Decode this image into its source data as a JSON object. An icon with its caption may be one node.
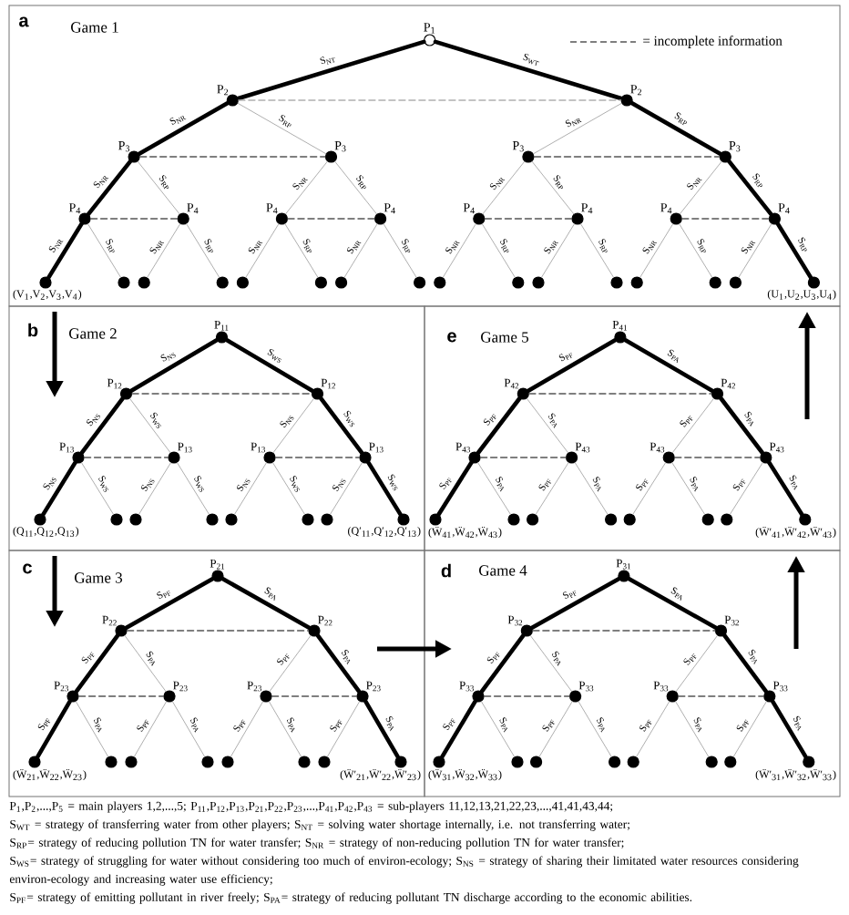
{
  "diagram": {
    "nodes": [
      {
        "text": [
          "a",
          "Game 1"
        ]
      },
      {
        "text": [],
        "shape": "circle",
        "beside": [
          "P$_{1}$"
        ],
        "in": 0
      },
      {
        "text": [],
        "shape": "dot",
        "beside": [
          "P$_{2}$"
        ],
        "in": 0
      },
      {
        "text": [],
        "shape": "dot",
        "beside": [
          "P$_{2}$"
        ],
        "in": 0
      },
      {
        "text": [],
        "shape": "dot",
        "beside": [
          "P$_{3}$"
        ],
        "in": 0
      },
      {
        "text": [],
        "shape": "dot",
        "beside": [
          "P$_{3}$"
        ],
        "in": 0
      },
      {
        "text": [],
        "shape": "dot",
        "beside": [
          "P$_{3}$"
        ],
        "in": 0
      },
      {
        "text": [],
        "shape": "dot",
        "beside": [
          "P$_{3}$"
        ],
        "in": 0
      },
      {
        "text": [],
        "shape": "dot",
        "beside": [
          "P$_{4}$"
        ],
        "in": 0
      },
      {
        "text": [],
        "shape": "dot",
        "beside": [
          "P$_{4}$"
        ],
        "in": 0
      },
      {
        "text": [],
        "shape": "dot",
        "beside": [
          "P$_{4}$"
        ],
        "in": 0
      },
      {
        "text": [],
        "shape": "dot",
        "beside": [
          "P$_{4}$"
        ],
        "in": 0
      },
      {
        "text": [],
        "shape": "dot",
        "beside": [
          "P$_{4}$"
        ],
        "in": 0
      },
      {
        "text": [],
        "shape": "dot",
        "beside": [
          "P$_{4}$"
        ],
        "in": 0
      },
      {
        "text": [],
        "shape": "dot",
        "beside": [
          "P$_{4}$"
        ],
        "in": 0
      },
      {
        "text": [],
        "shape": "dot",
        "beside": [
          "P$_{4}$"
        ],
        "in": 0
      },
      {
        "text": [],
        "shape": "dot",
        "beside": [
          "(V$_{1}$,V$_{2}$,V$_{3}$,V$_{4}$)"
        ],
        "in": 0
      },
      {
        "text": [],
        "shape": "dot",
        "in": 0
      },
      {
        "text": [],
        "shape": "dot",
        "in": 0
      },
      {
        "text": [],
        "shape": "dot",
        "in": 0
      },
      {
        "text": [],
        "shape": "dot",
        "in": 0
      },
      {
        "text": [],
        "shape": "dot",
        "in": 0
      },
      {
        "text": [],
        "shape": "dot",
        "in": 0
      },
      {
        "text": [],
        "shape": "dot",
        "in": 0
      },
      {
        "text": [],
        "shape": "dot",
        "in": 0
      },
      {
        "text": [],
        "shape": "dot",
        "in": 0
      },
      {
        "text": [],
        "shape": "dot",
        "in": 0
      },
      {
        "text": [],
        "shape": "dot",
        "in": 0
      },
      {
        "text": [],
        "shape": "dot",
        "in": 0
      },
      {
        "text": [],
        "shape": "dot",
        "in": 0
      },
      {
        "text": [],
        "shape": "dot",
        "in": 0
      },
      {
        "text": [],
        "shape": "dot",
        "beside": [
          "(U$_{1}$,U$_{2}$,U$_{3}$,U$_{4}$)"
        ],
        "in": 0
      },
      {
        "text": [
          "b",
          "Game 2"
        ]
      },
      {
        "text": [],
        "shape": "dot",
        "beside": [
          "P$_{11}$"
        ],
        "in": 32
      },
      {
        "text": [],
        "shape": "dot",
        "beside": [
          "P$_{12}$"
        ],
        "in": 32
      },
      {
        "text": [],
        "shape": "dot",
        "beside": [
          "P$_{12}$"
        ],
        "in": 32
      },
      {
        "text": [],
        "shape": "dot",
        "beside": [
          "P$_{13}$"
        ],
        "in": 32
      },
      {
        "text": [],
        "shape": "dot",
        "beside": [
          "P$_{13}$"
        ],
        "in": 32
      },
      {
        "text": [],
        "shape": "dot",
        "beside": [
          "P$_{13}$"
        ],
        "in": 32
      },
      {
        "text": [],
        "shape": "dot",
        "beside": [
          "P$_{13}$"
        ],
        "in": 32
      },
      {
        "text": [],
        "shape": "dot",
        "beside": [
          "(Q$_{11}$,Q$_{12}$,Q$_{13}$)"
        ],
        "in": 32
      },
      {
        "text": [],
        "shape": "dot",
        "in": 32
      },
      {
        "text": [],
        "shape": "dot",
        "in": 32
      },
      {
        "text": [],
        "shape": "dot",
        "in": 32
      },
      {
        "text": [],
        "shape": "dot",
        "in": 32
      },
      {
        "text": [],
        "shape": "dot",
        "in": 32
      },
      {
        "text": [],
        "shape": "dot",
        "in": 32
      },
      {
        "text": [],
        "shape": "dot",
        "beside": [
          "(Q′$_{11}$,Q′$_{12}$,Q′$_{13}$)"
        ],
        "in": 32
      },
      {
        "text": [
          "e",
          "Game 5"
        ]
      },
      {
        "text": [],
        "shape": "dot",
        "beside": [
          "P$_{41}$"
        ],
        "in": 48
      },
      {
        "text": [],
        "shape": "dot",
        "beside": [
          "P$_{42}$"
        ],
        "in": 48
      },
      {
        "text": [],
        "shape": "dot",
        "beside": [
          "P$_{42}$"
        ],
        "in": 48
      },
      {
        "text": [],
        "shape": "dot",
        "beside": [
          "P$_{43}$"
        ],
        "in": 48
      },
      {
        "text": [],
        "shape": "dot",
        "beside": [
          "P$_{43}$"
        ],
        "in": 48
      },
      {
        "text": [],
        "shape": "dot",
        "beside": [
          "P$_{43}$"
        ],
        "in": 48
      },
      {
        "text": [],
        "shape": "dot",
        "beside": [
          "P$_{43}$"
        ],
        "in": 48
      },
      {
        "text": [],
        "shape": "dot",
        "beside": [
          "(Ẅ$_{41}$,Ẅ$_{42}$,Ẅ$_{43}$)"
        ],
        "in": 48
      },
      {
        "text": [],
        "shape": "dot",
        "in": 48
      },
      {
        "text": [],
        "shape": "dot",
        "in": 48
      },
      {
        "text": [],
        "shape": "dot",
        "in": 48
      },
      {
        "text": [],
        "shape": "dot",
        "in": 48
      },
      {
        "text": [],
        "shape": "dot",
        "in": 48
      },
      {
        "text": [],
        "shape": "dot",
        "in": 48
      },
      {
        "text": [],
        "shape": "dot",
        "beside": [
          "(Ẅ′$_{41}$,Ẅ′$_{42}$,Ẅ′$_{43}$)"
        ],
        "in": 48
      },
      {
        "text": [
          "c",
          "Game 3"
        ]
      },
      {
        "text": [],
        "shape": "dot",
        "beside": [
          "P$_{21}$"
        ],
        "in": 64
      },
      {
        "text": [],
        "shape": "dot",
        "beside": [
          "P$_{22}$"
        ],
        "in": 64
      },
      {
        "text": [],
        "shape": "dot",
        "beside": [
          "P$_{22}$"
        ],
        "in": 64
      },
      {
        "text": [],
        "shape": "dot",
        "beside": [
          "P$_{23}$"
        ],
        "in": 64
      },
      {
        "text": [],
        "shape": "dot",
        "beside": [
          "P$_{23}$"
        ],
        "in": 64
      },
      {
        "text": [],
        "shape": "dot",
        "beside": [
          "P$_{23}$"
        ],
        "in": 64
      },
      {
        "text": [],
        "shape": "dot",
        "beside": [
          "P$_{23}$"
        ],
        "in": 64
      },
      {
        "text": [],
        "shape": "dot",
        "beside": [
          "(Ẅ$_{21}$,Ẅ$_{22}$,Ẅ$_{23}$)"
        ],
        "in": 64
      },
      {
        "text": [],
        "shape": "dot",
        "in": 64
      },
      {
        "text": [],
        "shape": "dot",
        "in": 64
      },
      {
        "text": [],
        "shape": "dot",
        "in": 64
      },
      {
        "text": [],
        "shape": "dot",
        "in": 64
      },
      {
        "text": [],
        "shape": "dot",
        "in": 64
      },
      {
        "text": [],
        "shape": "dot",
        "in": 64
      },
      {
        "text": [],
        "shape": "dot",
        "beside": [
          "(Ẅ′$_{21}$,Ẅ′$_{22}$,Ẅ′$_{23}$)"
        ],
        "in": 64
      },
      {
        "text": [
          "d",
          "Game 4"
        ]
      },
      {
        "text": [],
        "shape": "dot",
        "beside": [
          "P$_{31}$"
        ],
        "in": 80
      },
      {
        "text": [],
        "shape": "dot",
        "beside": [
          "P$_{32}$"
        ],
        "in": 80
      },
      {
        "text": [],
        "shape": "dot",
        "beside": [
          "P$_{32}$"
        ],
        "in": 80
      },
      {
        "text": [],
        "shape": "dot",
        "beside": [
          "P$_{33}$"
        ],
        "in": 80
      },
      {
        "text": [],
        "shape": "dot",
        "beside": [
          "P$_{33}$"
        ],
        "in": 80
      },
      {
        "text": [],
        "shape": "dot",
        "beside": [
          "P$_{33}$"
        ],
        "in": 80
      },
      {
        "text": [],
        "shape": "dot",
        "beside": [
          "P$_{33}$"
        ],
        "in": 80
      },
      {
        "text": [],
        "shape": "dot",
        "beside": [
          "(Ẅ$_{31}$,Ẅ$_{32}$,Ẅ$_{33}$)"
        ],
        "in": 80
      },
      {
        "text": [],
        "shape": "dot",
        "in": 80
      },
      {
        "text": [],
        "shape": "dot",
        "in": 80
      },
      {
        "text": [],
        "shape": "dot",
        "in": 80
      },
      {
        "text": [],
        "shape": "dot",
        "in": 80
      },
      {
        "text": [],
        "shape": "dot",
        "in": 80
      },
      {
        "text": [],
        "shape": "dot",
        "in": 80
      },
      {
        "text": [],
        "shape": "dot",
        "beside": [
          "(Ẅ′$_{31}$,Ẅ′$_{32}$,Ẅ′$_{33}$)"
        ],
        "in": 80
      }
    ],
    "edges": [
      {
        "from": 1,
        "to": 2,
        "arrow": "none",
        "label": "S$_{NT}$",
        "style": "thick",
        "color": "#000000"
      },
      {
        "from": 1,
        "to": 3,
        "arrow": "none",
        "label": "S$_{WT}$",
        "style": "thick",
        "color": "#000000"
      },
      {
        "from": 2,
        "to": 4,
        "arrow": "none",
        "label": "S$_{NR}$",
        "style": "thick",
        "color": "#000000"
      },
      {
        "from": 2,
        "to": 5,
        "arrow": "none",
        "label": "S$_{RP}$"
      },
      {
        "from": 3,
        "to": 6,
        "arrow": "none",
        "label": "S$_{NR}$"
      },
      {
        "from": 3,
        "to": 7,
        "arrow": "none",
        "label": "S$_{RP}$",
        "style": "thick",
        "color": "#000000"
      },
      {
        "from": 4,
        "to": 8,
        "arrow": "none",
        "label": "S$_{NR}$",
        "style": "thick",
        "color": "#000000"
      },
      {
        "from": 4,
        "to": 9,
        "arrow": "none",
        "label": "S$_{RP}$"
      },
      {
        "from": 5,
        "to": 10,
        "arrow": "none",
        "label": "S$_{NR}$"
      },
      {
        "from": 5,
        "to": 11,
        "arrow": "none",
        "label": "S$_{RP}$"
      },
      {
        "from": 6,
        "to": 12,
        "arrow": "none",
        "label": "S$_{NR}$"
      },
      {
        "from": 6,
        "to": 13,
        "arrow": "none",
        "label": "S$_{RP}$"
      },
      {
        "from": 7,
        "to": 14,
        "arrow": "none",
        "label": "S$_{NR}$"
      },
      {
        "from": 7,
        "to": 15,
        "arrow": "none",
        "label": "S$_{RP}$",
        "style": "thick",
        "color": "#000000"
      },
      {
        "from": 8,
        "to": 16,
        "arrow": "none",
        "label": "S$_{NR}$",
        "style": "thick",
        "color": "#000000"
      },
      {
        "from": 8,
        "to": 17,
        "arrow": "none",
        "label": "S$_{RP}$"
      },
      {
        "from": 9,
        "to": 18,
        "arrow": "none",
        "label": "S$_{NR}$"
      },
      {
        "from": 9,
        "to": 19,
        "arrow": "none",
        "label": "S$_{RP}$"
      },
      {
        "from": 10,
        "to": 20,
        "arrow": "none",
        "label": "S$_{NR}$"
      },
      {
        "from": 10,
        "to": 21,
        "arrow": "none",
        "label": "S$_{RP}$"
      },
      {
        "from": 11,
        "to": 22,
        "arrow": "none",
        "label": "S$_{NR}$"
      },
      {
        "from": 11,
        "to": 23,
        "arrow": "none",
        "label": "S$_{RP}$"
      },
      {
        "from": 12,
        "to": 24,
        "arrow": "none",
        "label": "S$_{NR}$"
      },
      {
        "from": 12,
        "to": 25,
        "arrow": "none",
        "label": "S$_{RP}$"
      },
      {
        "from": 13,
        "to": 26,
        "arrow": "none",
        "label": "S$_{NR}$"
      },
      {
        "from": 13,
        "to": 27,
        "arrow": "none",
        "label": "S$_{RP}$"
      },
      {
        "from": 14,
        "to": 28,
        "arrow": "none",
        "label": "S$_{NR}$"
      },
      {
        "from": 14,
        "to": 29,
        "arrow": "none",
        "label": "S$_{RP}$"
      },
      {
        "from": 15,
        "to": 30,
        "arrow": "none",
        "label": "S$_{NR}$"
      },
      {
        "from": 15,
        "to": 31,
        "arrow": "none",
        "label": "S$_{RP}$",
        "style": "thick",
        "color": "#000000"
      },
      {
        "from": 2,
        "to": 3,
        "arrow": "none",
        "style": "dashed",
        "color": "#b0b0b0"
      },
      {
        "from": 4,
        "to": 5,
        "arrow": "none",
        "style": "dashed",
        "color": "#555555"
      },
      {
        "from": 6,
        "to": 7,
        "arrow": "none",
        "style": "dashed",
        "color": "#555555"
      },
      {
        "from": 8,
        "to": 9,
        "arrow": "none",
        "style": "dashed",
        "color": "#555555"
      },
      {
        "from": 10,
        "to": 11,
        "arrow": "none",
        "style": "dashed",
        "color": "#555555"
      },
      {
        "from": 12,
        "to": 13,
        "arrow": "none",
        "style": "dashed",
        "color": "#555555"
      },
      {
        "from": 14,
        "to": 15,
        "arrow": "none",
        "style": "dashed",
        "color": "#555555"
      },
      {
        "from": 33,
        "to": 34,
        "arrow": "none",
        "label": "S$_{NS}$",
        "style": "thick",
        "color": "#000000"
      },
      {
        "from": 33,
        "to": 35,
        "arrow": "none",
        "label": "S$_{WS}$",
        "style": "thick",
        "color": "#000000"
      },
      {
        "from": 34,
        "to": 36,
        "arrow": "none",
        "label": "S$_{NS}$",
        "style": "thick",
        "color": "#000000"
      },
      {
        "from": 34,
        "to": 37,
        "arrow": "none",
        "label": "S$_{WS}$"
      },
      {
        "from": 35,
        "to": 38,
        "arrow": "none",
        "label": "S$_{NS}$"
      },
      {
        "from": 35,
        "to": 39,
        "arrow": "none",
        "label": "S$_{WS}$",
        "style": "thick",
        "color": "#000000"
      },
      {
        "from": 36,
        "to": 40,
        "arrow": "none",
        "label": "S$_{NS}$",
        "style": "thick",
        "color": "#000000"
      },
      {
        "from": 36,
        "to": 41,
        "arrow": "none",
        "label": "S$_{WS}$"
      },
      {
        "from": 37,
        "to": 42,
        "arrow": "none",
        "label": "S$_{NS}$"
      },
      {
        "from": 37,
        "to": 43,
        "arrow": "none",
        "label": "S$_{WS}$"
      },
      {
        "from": 38,
        "to": 44,
        "arrow": "none",
        "label": "S$_{NS}$"
      },
      {
        "from": 38,
        "to": 45,
        "arrow": "none",
        "label": "S$_{WS}$"
      },
      {
        "from": 39,
        "to": 46,
        "arrow": "none",
        "label": "S$_{NS}$"
      },
      {
        "from": 39,
        "to": 47,
        "arrow": "none",
        "label": "S$_{WS}$",
        "style": "thick",
        "color": "#000000"
      },
      {
        "from": 34,
        "to": 35,
        "arrow": "none",
        "style": "dashed",
        "color": "#555555"
      },
      {
        "from": 36,
        "to": 37,
        "arrow": "none",
        "style": "dashed",
        "color": "#555555"
      },
      {
        "from": 38,
        "to": 39,
        "arrow": "none",
        "style": "dashed",
        "color": "#555555"
      },
      {
        "from": 49,
        "to": 50,
        "arrow": "none",
        "label": "S$_{PF}$",
        "style": "thick",
        "color": "#000000"
      },
      {
        "from": 49,
        "to": 51,
        "arrow": "none",
        "label": "S$_{PA}$",
        "style": "thick",
        "color": "#000000"
      },
      {
        "from": 50,
        "to": 52,
        "arrow": "none",
        "label": "S$_{PF}$",
        "style": "thick",
        "color": "#000000"
      },
      {
        "from": 50,
        "to": 53,
        "arrow": "none",
        "label": "S$_{PA}$"
      },
      {
        "from": 51,
        "to": 54,
        "arrow": "none",
        "label": "S$_{PF}$"
      },
      {
        "from": 51,
        "to": 55,
        "arrow": "none",
        "label": "S$_{PA}$",
        "style": "thick",
        "color": "#000000"
      },
      {
        "from": 52,
        "to": 56,
        "arrow": "none",
        "label": "S$_{PF}$",
        "style": "thick",
        "color": "#000000"
      },
      {
        "from": 52,
        "to": 57,
        "arrow": "none",
        "label": "S$_{PA}$"
      },
      {
        "from": 53,
        "to": 58,
        "arrow": "none",
        "label": "S$_{PF}$"
      },
      {
        "from": 53,
        "to": 59,
        "arrow": "none",
        "label": "S$_{PA}$"
      },
      {
        "from": 54,
        "to": 60,
        "arrow": "none",
        "label": "S$_{PF}$"
      },
      {
        "from": 54,
        "to": 61,
        "arrow": "none",
        "label": "S$_{PA}$"
      },
      {
        "from": 55,
        "to": 62,
        "arrow": "none",
        "label": "S$_{PF}$"
      },
      {
        "from": 55,
        "to": 63,
        "arrow": "none",
        "label": "S$_{PA}$",
        "style": "thick",
        "color": "#000000"
      },
      {
        "from": 50,
        "to": 51,
        "arrow": "none",
        "style": "dashed",
        "color": "#555555"
      },
      {
        "from": 52,
        "to": 53,
        "arrow": "none",
        "style": "dashed",
        "color": "#555555"
      },
      {
        "from": 54,
        "to": 55,
        "arrow": "none",
        "style": "dashed",
        "color": "#555555"
      },
      {
        "from": 65,
        "to": 66,
        "arrow": "none",
        "label": "S$_{PF}$",
        "style": "thick",
        "color": "#000000"
      },
      {
        "from": 65,
        "to": 67,
        "arrow": "none",
        "label": "S$_{PA}$",
        "style": "thick",
        "color": "#000000"
      },
      {
        "from": 66,
        "to": 68,
        "arrow": "none",
        "label": "S$_{PF}$",
        "style": "thick",
        "color": "#000000"
      },
      {
        "from": 66,
        "to": 69,
        "arrow": "none",
        "label": "S$_{PA}$"
      },
      {
        "from": 67,
        "to": 70,
        "arrow": "none",
        "label": "S$_{PF}$"
      },
      {
        "from": 67,
        "to": 71,
        "arrow": "none",
        "label": "S$_{PA}$",
        "style": "thick",
        "color": "#000000"
      },
      {
        "from": 68,
        "to": 72,
        "arrow": "none",
        "label": "S$_{PF}$",
        "style": "thick",
        "color": "#000000"
      },
      {
        "from": 68,
        "to": 73,
        "arrow": "none",
        "label": "S$_{PA}$"
      },
      {
        "from": 69,
        "to": 74,
        "arrow": "none",
        "label": "S$_{PF}$"
      },
      {
        "from": 69,
        "to": 75,
        "arrow": "none",
        "label": "S$_{PA}$"
      },
      {
        "from": 70,
        "to": 76,
        "arrow": "none",
        "label": "S$_{PF}$"
      },
      {
        "from": 70,
        "to": 77,
        "arrow": "none",
        "label": "S$_{PA}$"
      },
      {
        "from": 71,
        "to": 78,
        "arrow": "none",
        "label": "S$_{PF}$"
      },
      {
        "from": 71,
        "to": 79,
        "arrow": "none",
        "label": "S$_{PA}$",
        "style": "thick",
        "color": "#000000"
      },
      {
        "from": 66,
        "to": 67,
        "arrow": "none",
        "style": "dashed",
        "color": "#555555"
      },
      {
        "from": 68,
        "to": 69,
        "arrow": "none",
        "style": "dashed",
        "color": "#555555"
      },
      {
        "from": 70,
        "to": 71,
        "arrow": "none",
        "style": "dashed",
        "color": "#555555"
      },
      {
        "from": 81,
        "to": 82,
        "arrow": "none",
        "label": "S$_{PF}$",
        "style": "thick",
        "color": "#000000"
      },
      {
        "from": 81,
        "to": 83,
        "arrow": "none",
        "label": "S$_{PA}$",
        "style": "thick",
        "color": "#000000"
      },
      {
        "from": 82,
        "to": 84,
        "arrow": "none",
        "label": "S$_{PF}$",
        "style": "thick",
        "color": "#000000"
      },
      {
        "from": 82,
        "to": 85,
        "arrow": "none",
        "label": "S$_{PA}$"
      },
      {
        "from": 83,
        "to": 86,
        "arrow": "none",
        "label": "S$_{PF}$"
      },
      {
        "from": 83,
        "to": 87,
        "arrow": "none",
        "label": "S$_{PA}$",
        "style": "thick",
        "color": "#000000"
      },
      {
        "from": 84,
        "to": 88,
        "arrow": "none",
        "label": "S$_{PF}$",
        "style": "thick",
        "color": "#000000"
      },
      {
        "from": 84,
        "to": 89,
        "arrow": "none",
        "label": "S$_{PA}$"
      },
      {
        "from": 85,
        "to": 90,
        "arrow": "none",
        "label": "S$_{PF}$"
      },
      {
        "from": 85,
        "to": 91,
        "arrow": "none",
        "label": "S$_{PA}$"
      },
      {
        "from": 86,
        "to": 92,
        "arrow": "none",
        "label": "S$_{PF}$"
      },
      {
        "from": 86,
        "to": 93,
        "arrow": "none",
        "label": "S$_{PA}$"
      },
      {
        "from": 87,
        "to": 94,
        "arrow": "none",
        "label": "S$_{PF}$"
      },
      {
        "from": 87,
        "to": 95,
        "arrow": "none",
        "label": "S$_{PA}$",
        "style": "thick",
        "color": "#000000"
      },
      {
        "from": 82,
        "to": 83,
        "arrow": "none",
        "style": "dashed",
        "color": "#555555"
      },
      {
        "from": 84,
        "to": 85,
        "arrow": "none",
        "style": "dashed",
        "color": "#555555"
      },
      {
        "from": 86,
        "to": 87,
        "arrow": "none",
        "style": "dashed",
        "color": "#555555"
      }
    ],
    "labels": [
      "P$_{1}$,P$_{2}$,...,P$_{5}$ = main players 1,2,...,5; P$_{11}$,P$_{12}$,P$_{13}$,P$_{21}$,P$_{22}$,P$_{23}$,...,P$_{41}$,P$_{42}$,P$_{43}$ = sub-players 11,12,13,21,22,23,...,41,41,43,44;",
      "S$_{WT}$ = strategy of transferring water from other players; S$_{NT}$ = solving water shortage internally, i.e. not transferring water;",
      "S$_{RP}$= strategy of reducing pollution TN for water transfer; S$_{NR}$ = strategy of non-reducing pollution TN for water transfer;",
      "S$_{WS}$= strategy of struggling for water without considering too much of environ-ecology; S$_{NS}$ = strategy of sharing their limitated water resources considering environ-ecology and increasing water use efficiency;",
      "S$_{PF}$= strategy of emitting pollutant in river freely; S$_{PA}$= strategy of reducing pollutant TN discharge according to the economic abilities."
    ],
    "legend": [
      {
        "text": "= incomplete information"
      }
    ]
  }
}
